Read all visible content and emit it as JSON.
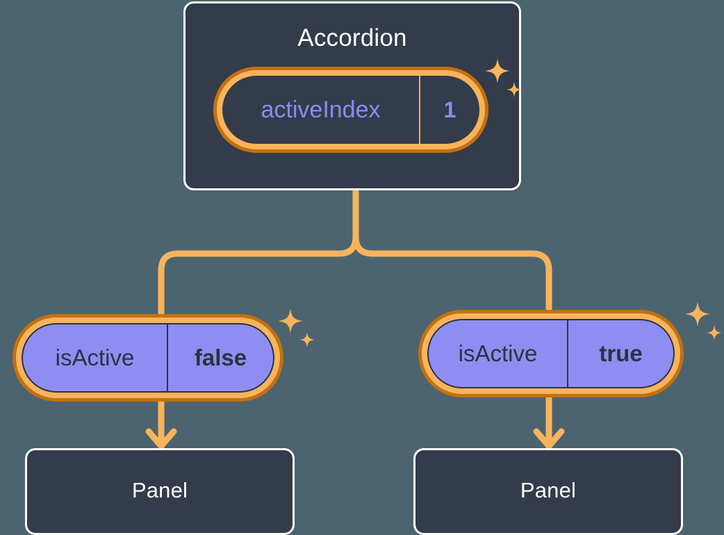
{
  "theme": {
    "background": "#4c6470",
    "card_fill": "#343b4a",
    "card_border": "#ffffff",
    "wire": "#f7b45c",
    "ring_outer": "#c4700f",
    "ring_inner": "#f7b45c",
    "pill_purple_fill": "#8e8ef2",
    "pill_purple_text": "#2c3340",
    "accent_text": "#8b8cf2",
    "sparkle": "#f7b45c"
  },
  "diagram": {
    "type": "component-state-tree",
    "root": {
      "name": "accordion-card",
      "title": "Accordion",
      "state": {
        "key": "activeIndex",
        "value": "1",
        "highlighted": true
      }
    },
    "children": [
      {
        "name": "panel-left",
        "prop": {
          "key": "isActive",
          "value": "false",
          "highlighted": true
        },
        "title": "Panel"
      },
      {
        "name": "panel-right",
        "prop": {
          "key": "isActive",
          "value": "true",
          "highlighted": true
        },
        "title": "Panel"
      }
    ]
  },
  "icons": {
    "sparkle": "sparkle-icon"
  }
}
